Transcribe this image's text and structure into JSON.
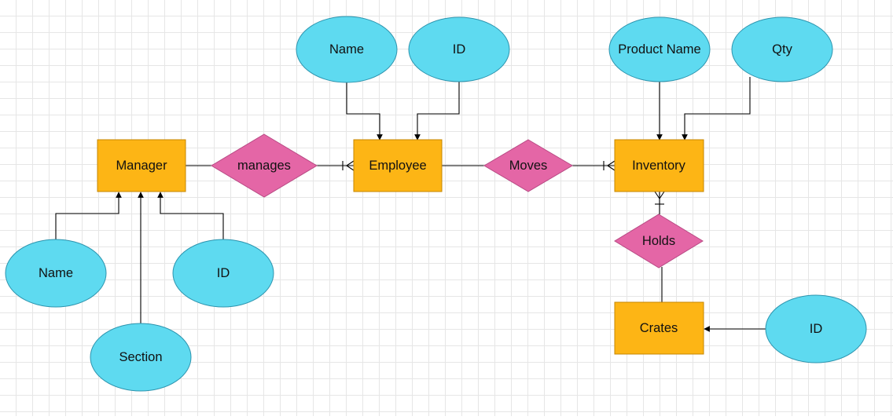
{
  "colors": {
    "entity_fill": "#FDB515",
    "entity_stroke": "#C68600",
    "relationship_fill": "#E466A6",
    "relationship_stroke": "#B84A84",
    "attribute_fill": "#5EDAF0",
    "attribute_stroke": "#2D94AE",
    "line": "#000000",
    "grid": "#E6E6E6"
  },
  "entities": {
    "manager": "Manager",
    "employee": "Employee",
    "inventory": "Inventory",
    "crates": "Crates"
  },
  "relationships": {
    "manages": "manages",
    "moves": "Moves",
    "holds": "Holds"
  },
  "attributes": {
    "employee_name": "Name",
    "employee_id": "ID",
    "inventory_product_name": "Product Name",
    "inventory_qty": "Qty",
    "manager_name": "Name",
    "manager_id": "ID",
    "manager_section": "Section",
    "crates_id": "ID"
  }
}
